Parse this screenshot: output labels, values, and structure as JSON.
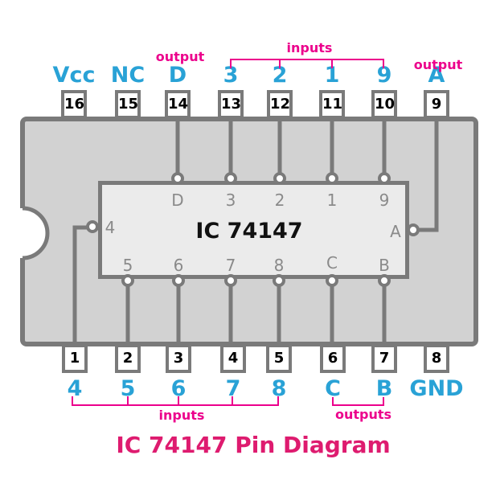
{
  "title": "IC 74147 Pin Diagram",
  "chip": {
    "name": "IC 74147"
  },
  "colors": {
    "pin_name_cyan": "#29a2d6",
    "annotation_magenta": "#ec008c",
    "title_pink": "#de1b6f",
    "body_fill": "#d2d2d2",
    "outline_gray": "#7a7a7a",
    "chip_fill": "#ebebeb",
    "pin_box_fill": "#ffffff"
  },
  "top": {
    "pin_numbers": [
      "16",
      "15",
      "14",
      "13",
      "12",
      "11",
      "10",
      "9"
    ],
    "labels": [
      "Vcc",
      "NC",
      "D",
      "3",
      "2",
      "1",
      "9",
      "A"
    ],
    "annotations": {
      "output_d": "output",
      "inputs": "inputs",
      "output_a": "output"
    }
  },
  "bottom": {
    "pin_numbers": [
      "1",
      "2",
      "3",
      "4",
      "5",
      "6",
      "7",
      "8"
    ],
    "labels": [
      "4",
      "5",
      "6",
      "7",
      "8",
      "C",
      "B",
      "GND"
    ],
    "annotations": {
      "inputs": "inputs",
      "outputs": "outputs"
    }
  },
  "inner": {
    "top_labels": [
      "D",
      "3",
      "2",
      "1",
      "9"
    ],
    "left_label": "4",
    "right_label": "A",
    "bottom_labels": [
      "5",
      "6",
      "7",
      "8",
      "C",
      "B"
    ]
  }
}
